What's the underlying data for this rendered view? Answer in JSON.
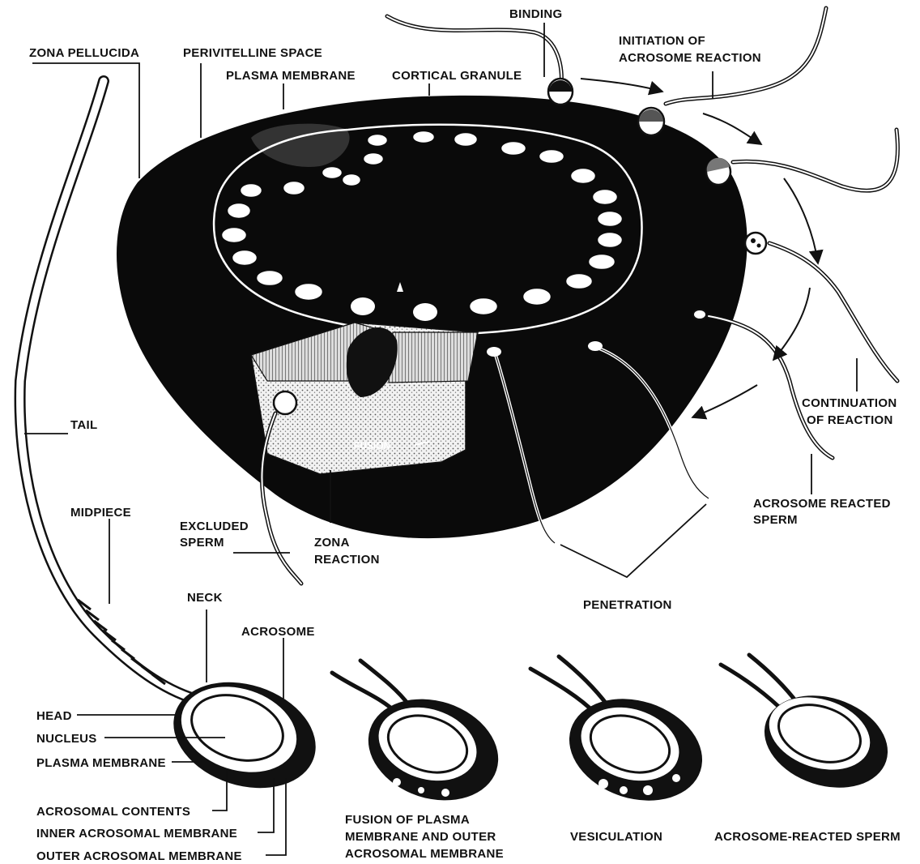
{
  "labels": {
    "zona_pellucida": "ZONA PELLUCIDA",
    "perivitelline_space": "PERIVITELLINE SPACE",
    "plasma_membrane_top": "PLASMA MEMBRANE",
    "cortical_granule": "CORTICAL GRANULE",
    "binding": "BINDING",
    "initiation_1": "INITIATION OF",
    "initiation_2": "ACROSOME REACTION",
    "tail": "TAIL",
    "continuation_1": "CONTINUATION",
    "continuation_2": "OF REACTION",
    "fusion_inner": "FUSION",
    "midpiece": "MIDPIECE",
    "excluded_1": "EXCLUDED",
    "excluded_2": "SPERM",
    "zona_reaction_1": "ZONA",
    "zona_reaction_2": "REACTION",
    "acrosome_reacted_1": "ACROSOME REACTED",
    "acrosome_reacted_2": "SPERM",
    "neck": "NECK",
    "penetration": "PENETRATION",
    "acrosome": "ACROSOME",
    "head": "HEAD",
    "nucleus": "NUCLEUS",
    "plasma_membrane_bottom": "PLASMA MEMBRANE",
    "acrosomal_contents": "ACROSOMAL CONTENTS",
    "inner_acrosomal_membrane": "INNER ACROSOMAL MEMBRANE",
    "outer_acrosomal_membrane": "OUTER ACROSOMAL MEMBRANE",
    "fusion_caption_1": "FUSION OF PLASMA",
    "fusion_caption_2": "MEMBRANE AND OUTER",
    "fusion_caption_3": "ACROSOMAL MEMBRANE",
    "vesiculation": "VESICULATION",
    "acrosome_reacted_sperm": "ACROSOME-REACTED SPERM"
  }
}
